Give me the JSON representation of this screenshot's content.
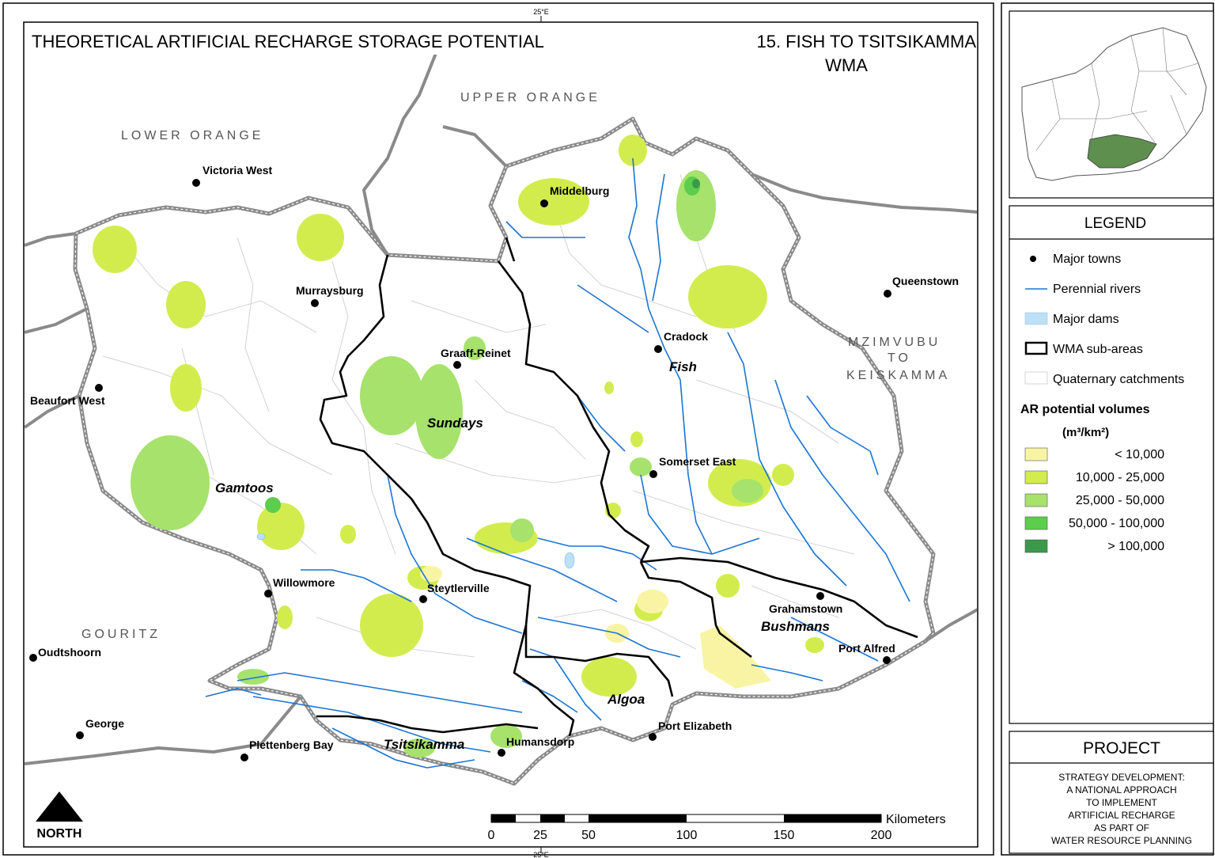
{
  "map": {
    "title": "THEORETICAL ARTIFICIAL RECHARGE STORAGE POTENTIAL",
    "wma_title_line1": "15. FISH TO TSITSIKAMMA",
    "wma_title_line2": "WMA",
    "meridian_label_top": "25°E",
    "meridian_label_bottom": "25°E",
    "north_label": "NORTH",
    "neighbour_wmas": [
      "UPPER ORANGE",
      "LOWER ORANGE",
      "GOURITZ",
      "MZIMVUBU",
      "TO",
      "KEISKAMMA"
    ],
    "sub_areas": [
      "Gamtoos",
      "Sundays",
      "Fish",
      "Bushmans",
      "Algoa",
      "Tsitsikamma"
    ],
    "towns": [
      "Victoria West",
      "Middelburg",
      "Murraysburg",
      "Queenstown",
      "Graaff-Reinet",
      "Cradock",
      "Beaufort West",
      "Somerset East",
      "Willowmore",
      "Steytlerville",
      "Grahamstown",
      "Oudtshoorn",
      "Port Alfred",
      "George",
      "Port Elizabeth",
      "Plettenberg Bay",
      "Humansdorp"
    ]
  },
  "scale_bar": {
    "unit": "Kilometers",
    "ticks": [
      "0",
      "25",
      "50",
      "100",
      "150",
      "200"
    ]
  },
  "legend": {
    "title": "LEGEND",
    "items": [
      "Major towns",
      "Perennial rivers",
      "Major dams",
      "WMA sub-areas",
      "Quaternary catchments"
    ],
    "ar_title": "AR potential volumes",
    "ar_units": "(m³/km²)",
    "classes": [
      {
        "label": "< 10,000",
        "color": "#f8f4a4"
      },
      {
        "label": "10,000 - 25,000",
        "color": "#d2ec4e"
      },
      {
        "label": "25,000 - 50,000",
        "color": "#a6e26c"
      },
      {
        "label": "50,000 - 100,000",
        "color": "#5ccd4c"
      },
      {
        "label": "> 100,000",
        "color": "#3a9a4a"
      }
    ]
  },
  "project": {
    "title": "PROJECT",
    "lines": [
      "STRATEGY DEVELOPMENT:",
      "A NATIONAL APPROACH",
      "TO IMPLEMENT",
      "ARTIFICIAL RECHARGE",
      "AS PART OF",
      "WATER RESOURCE PLANNING"
    ]
  },
  "colors": {
    "river": "#1a74d6",
    "boundary_grey": "#8a8a8a",
    "subarea_black": "#000000",
    "dam": "#bde0f6",
    "inset_highlight": "#5e8f4e"
  }
}
